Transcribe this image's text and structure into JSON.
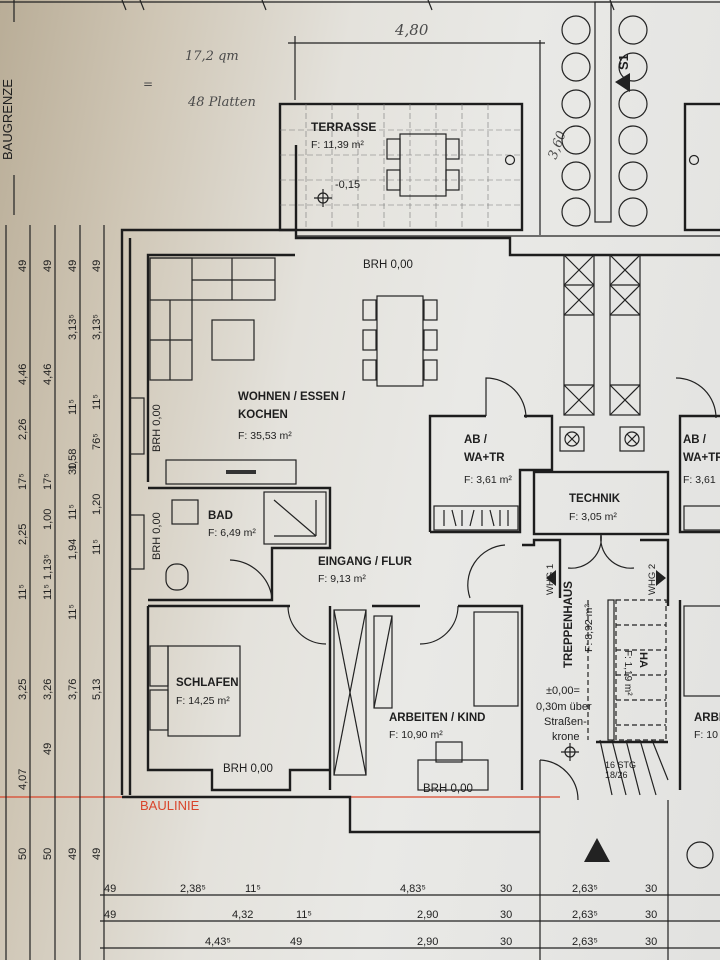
{
  "plan": {
    "handwritten": {
      "top_width": "4,80",
      "side_depth": "3,60",
      "note_area": "17,2 qm",
      "note_equals": "=",
      "note_plates": "48 Platten"
    },
    "labels": {
      "baugrenze": "BAUGRENZE",
      "baulinie": "BAULINIE",
      "section_marker": "S1"
    },
    "rooms": [
      {
        "name": "TERRASSE",
        "area": "F: 11,39 m²",
        "level": "-0,15"
      },
      {
        "name_line1": "WOHNEN / ESSEN /",
        "name_line2": "KOCHEN",
        "area": "F: 35,53 m²"
      },
      {
        "name": "BAD",
        "area": "F: 6,49 m²"
      },
      {
        "name": "EINGANG / FLUR",
        "area": "F: 9,13 m²"
      },
      {
        "name": "SCHLAFEN",
        "area": "F: 14,25 m²"
      },
      {
        "name": "ARBEITEN / KIND",
        "area": "F: 10,90 m²"
      },
      {
        "name_line1": "AB /",
        "name_line2": "WA+TR",
        "area": "F: 3,61 m²"
      },
      {
        "name": "TECHNIK",
        "area": "F: 3,05 m²"
      },
      {
        "name": "TREPPENHAUS",
        "area": "F: 8,92 m²"
      },
      {
        "name": "HA",
        "area": "F: 1,19 m²"
      },
      {
        "name_line1": "AB /",
        "name_line2": "WA+TR",
        "area": "F: 3,61"
      },
      {
        "name": "ARBE",
        "area": "F: 10"
      }
    ],
    "brh": {
      "top": "BRH 0,00",
      "living_side": "BRH 0,00",
      "bath_side": "BRH 0,00",
      "bedroom": "BRH 0,00",
      "study": "BRH 0,00"
    },
    "stair": {
      "count": "16 STG",
      "ratio": "18/26",
      "unit1": "WHG 1",
      "unit2": "WHG 2"
    },
    "elevation_note": [
      "±0,00=",
      "0,30m über",
      "Straßen-",
      "krone"
    ],
    "dims_left": {
      "col1": [
        "49",
        "4,46",
        "2,26",
        "17⁵",
        "2,25",
        "11⁵",
        "3,25",
        "4,07",
        "50"
      ],
      "col2": [
        "49",
        "4,46",
        "1,00",
        "17⁵",
        "1,13⁵",
        "11⁵",
        "3,26",
        "49",
        "50"
      ],
      "col3": [
        "49",
        "3,13⁵",
        "11⁵",
        "1,58",
        "30",
        "11⁵",
        "1,94",
        "11⁵",
        "3,76",
        "49"
      ],
      "col4": [
        "49",
        "3,13⁵",
        "11⁵",
        "76⁵",
        "1,20",
        "11⁵",
        "5,13",
        "49"
      ]
    },
    "dims_bottom": {
      "row1": [
        "49",
        "2,38⁵",
        "11⁵",
        "4,83⁵",
        "30",
        "2,63⁵",
        "30"
      ],
      "row2": [
        "49",
        "4,32",
        "11⁵",
        "2,90",
        "30",
        "2,63⁵",
        "30"
      ],
      "row3": [
        "4,43⁵",
        "49",
        "2,90",
        "30",
        "2,63⁵",
        "30"
      ]
    }
  }
}
